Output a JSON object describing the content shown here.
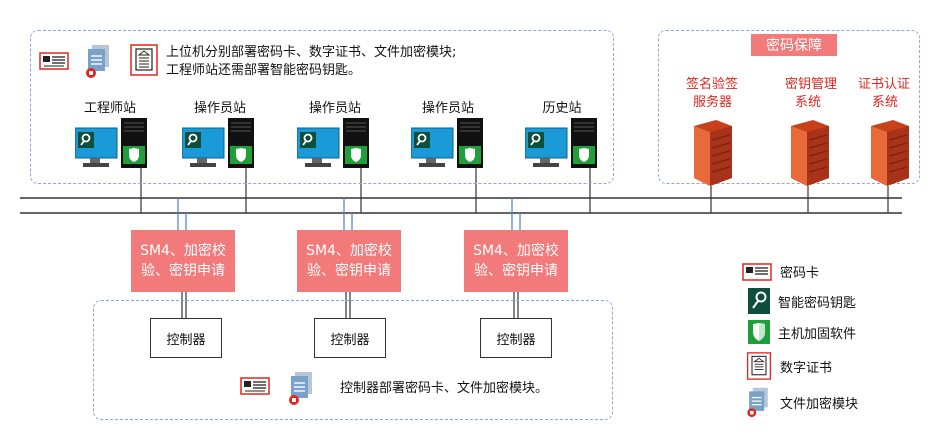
{
  "top_note": {
    "line1": "上位机分别部署密码卡、数字证书、文件加密模块;",
    "line2": "工程师站还需部署智能密码钥匙。"
  },
  "stations": [
    {
      "label": "工程师站"
    },
    {
      "label": "操作员站"
    },
    {
      "label": "操作员站"
    },
    {
      "label": "操作员站"
    },
    {
      "label": "历史站"
    }
  ],
  "security_group": {
    "title": "密码保障",
    "servers": [
      {
        "label1": "签名验签",
        "label2": "服务器"
      },
      {
        "label1": "密钥管理",
        "label2": "系统"
      },
      {
        "label1": "证书认证",
        "label2": "系统"
      }
    ]
  },
  "gateways": [
    {
      "line1": "SM4、加密校",
      "line2": "验、密钥申请"
    },
    {
      "line1": "SM4、加密校",
      "line2": "验、密钥申请"
    },
    {
      "line1": "SM4、加密校",
      "line2": "验、密钥申请"
    }
  ],
  "controllers": [
    {
      "label": "控制器"
    },
    {
      "label": "控制器"
    },
    {
      "label": "控制器"
    }
  ],
  "bottom_note": "控制器部署密码卡、文件加密模块。",
  "legend": {
    "password_card": "密码卡",
    "smart_key": "智能密码钥匙",
    "host_hardening": "主机加固软件",
    "digital_cert": "数字证书",
    "file_encryption": "文件加密模块"
  },
  "colors": {
    "accent_red": "#e2261f",
    "gateway_pink": "#f37a7a",
    "dashed_border": "#8aa6e6",
    "monitor_blue": "#1a9ad6",
    "shield_green": "#1f9e3a"
  }
}
